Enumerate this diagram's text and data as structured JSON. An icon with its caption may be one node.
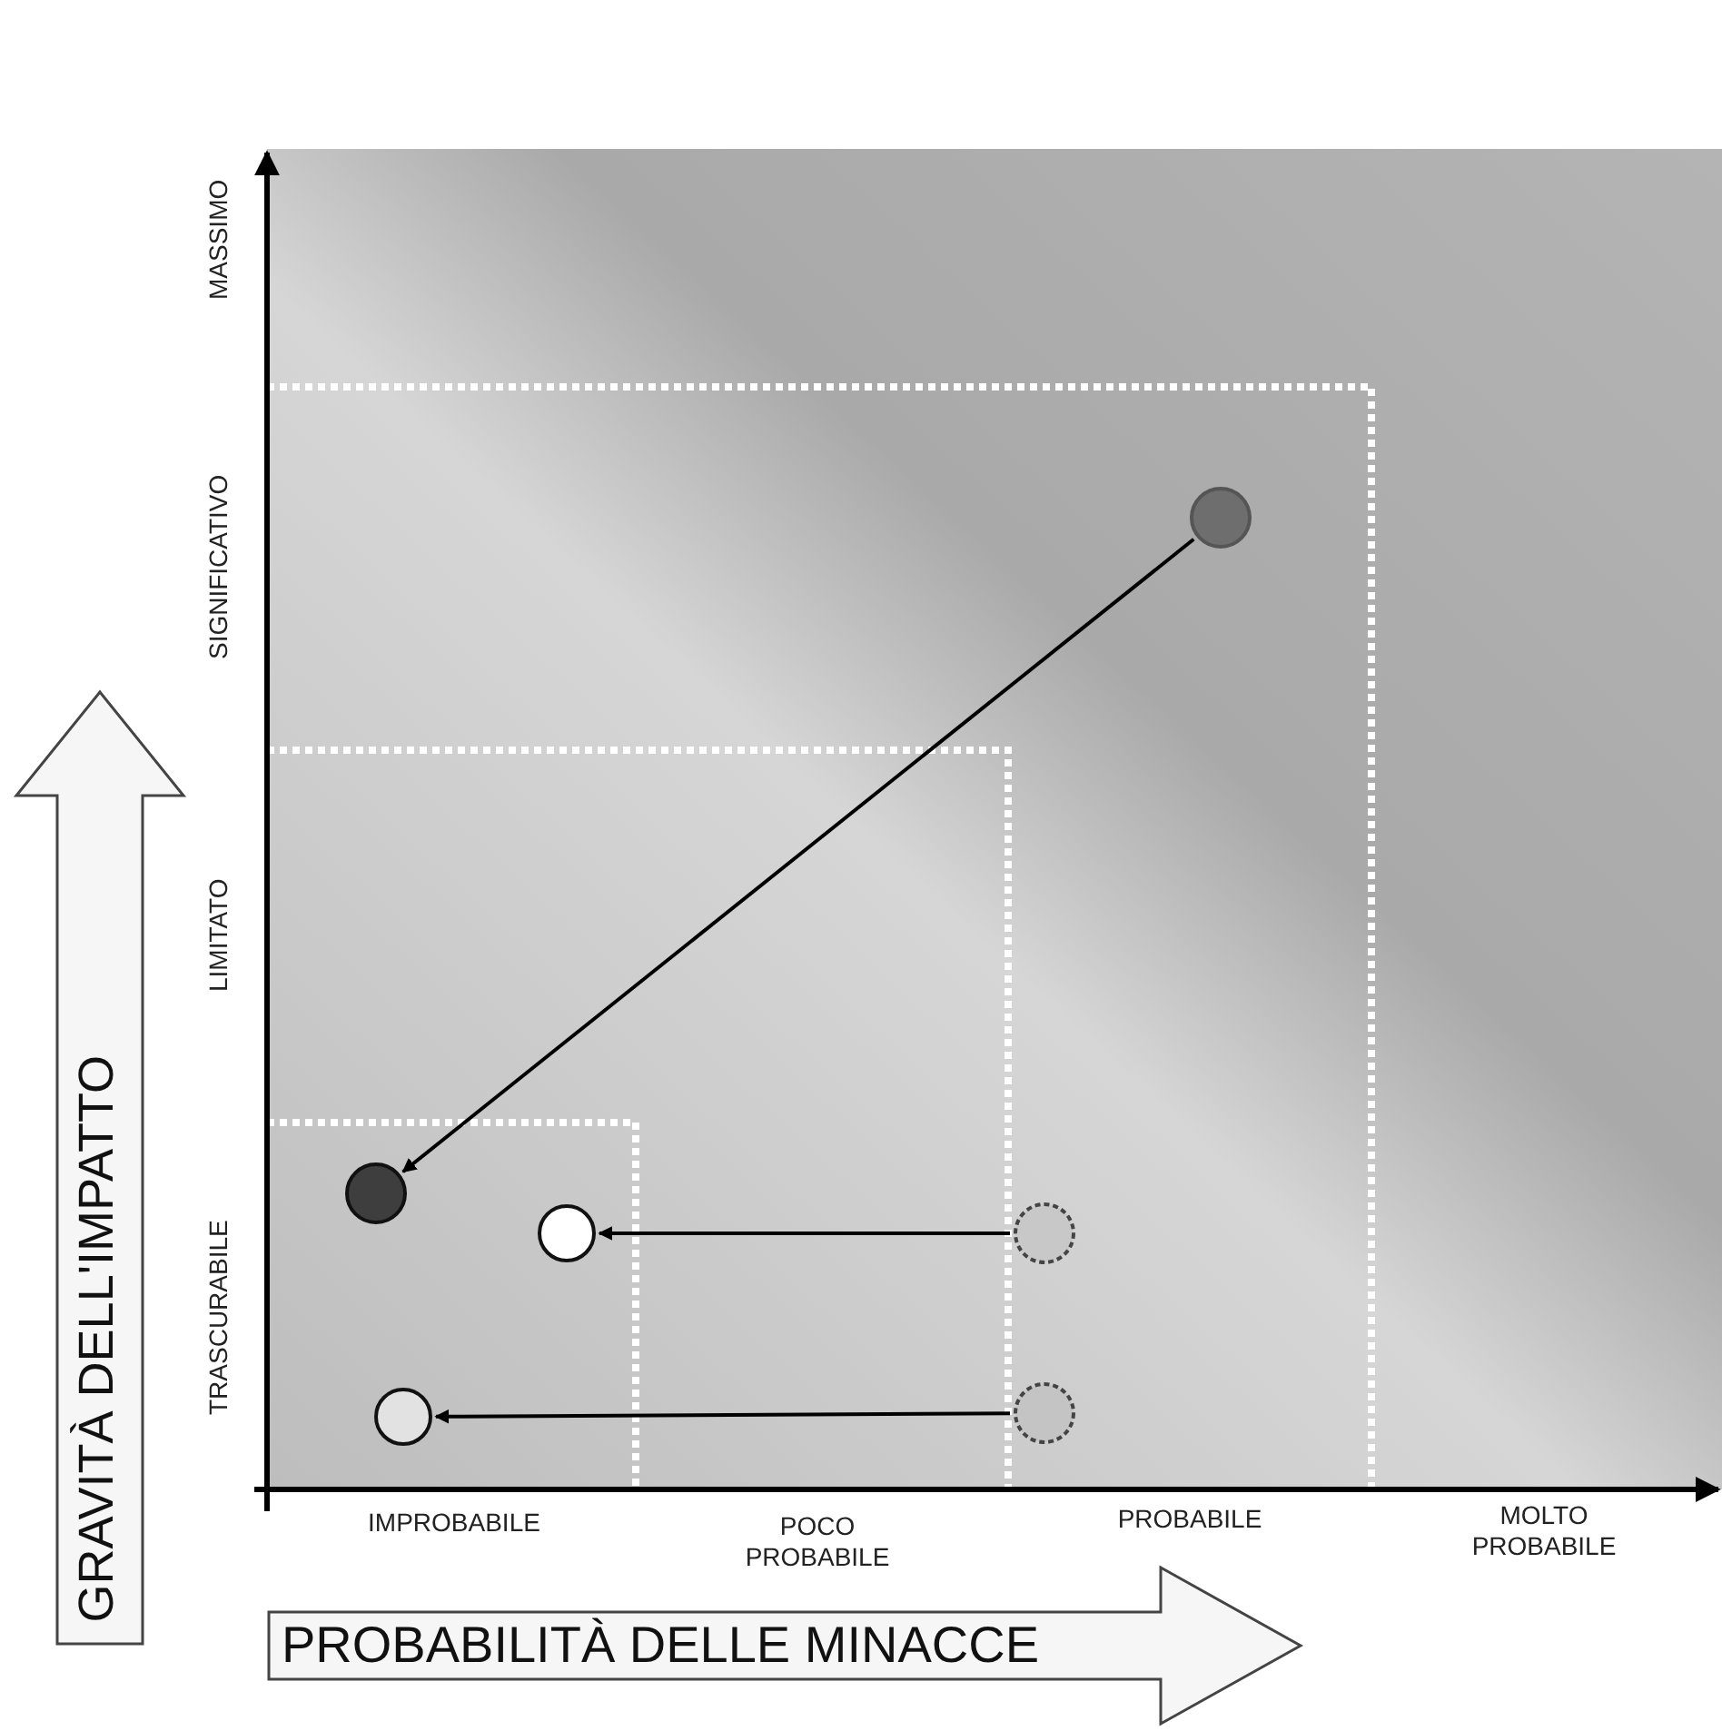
{
  "diagram": {
    "nodes": [
      {
        "text": [
          "GRAVITÀ DELL'IMPATTO"
        ]
      },
      {
        "text": [
          "PROBABILITÀ DELLE MINACCE"
        ]
      },
      {
        "text": [],
        "shape": "circle"
      },
      {
        "text": [],
        "shape": "circle"
      },
      {
        "text": [],
        "shape": "circle"
      },
      {
        "text": [],
        "shape": "circle"
      },
      {
        "text": [],
        "shape": "circle"
      },
      {
        "text": [],
        "shape": "circle"
      }
    ],
    "edges": [
      {
        "from": 2,
        "to": 3,
        "arrow": "to"
      },
      {
        "from": 5,
        "to": 4,
        "arrow": "to"
      },
      {
        "from": 7,
        "to": 6,
        "arrow": "to"
      }
    ],
    "labels": [
      "MASSIMO",
      "SIGNIFICATIVO",
      "LIMITATO",
      "TRASCURABILE",
      "IMPROBABILE",
      "POCO PROBABILE",
      "PROBABILE",
      "MOLTO PROBABILE"
    ]
  }
}
